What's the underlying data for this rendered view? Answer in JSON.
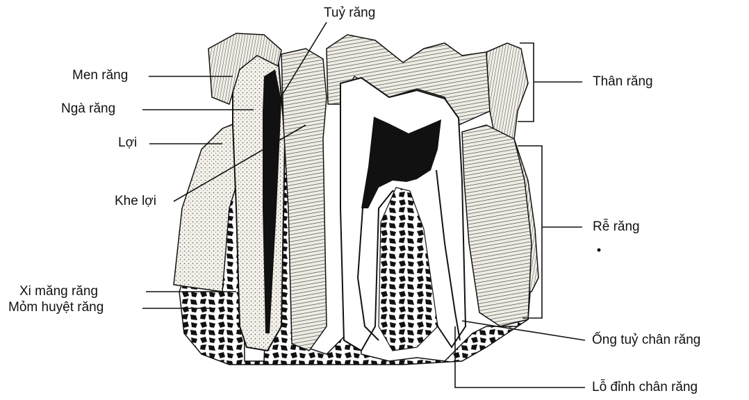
{
  "labels": {
    "pulp": "Tuỷ răng",
    "enamel": "Men răng",
    "dentin": "Ngà răng",
    "gum": "Lợi",
    "gingival_sulcus": "Khe lợi",
    "cementum": "Xi măng răng",
    "alveolar_bone": "Mỏm huyệt răng",
    "crown": "Thân răng",
    "root": "Rễ răng",
    "root_canal": "Ống tuỷ chân răng",
    "apical_foramen": "Lỗ đỉnh chân răng"
  },
  "colors": {
    "ink": "#111111",
    "paper": "#ffffff",
    "stipple": "#e9e4d8"
  }
}
